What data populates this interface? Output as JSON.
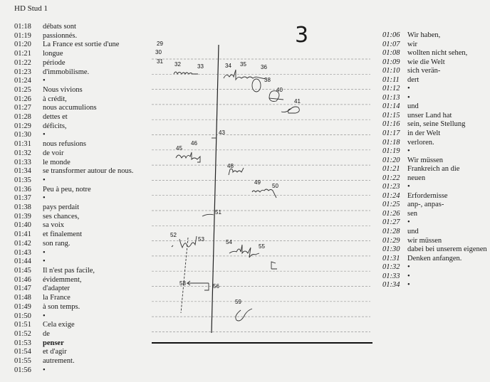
{
  "header": {
    "title": "HD Stud 1",
    "page_number": "3"
  },
  "left_column": [
    {
      "time": "01:18",
      "text": "débats sont"
    },
    {
      "time": "01:19",
      "text": "passionnés."
    },
    {
      "time": "01:20",
      "text": "La France est sortie d'une"
    },
    {
      "time": "01:21",
      "text": "longue"
    },
    {
      "time": "01:22",
      "text": "période"
    },
    {
      "time": "01:23",
      "text": "d'immobilisme."
    },
    {
      "time": "01:24",
      "text": "•"
    },
    {
      "time": "01:25",
      "text": "Nous vivions"
    },
    {
      "time": "01:26",
      "text": "à crédit,"
    },
    {
      "time": "01:27",
      "text": "nous accumulions"
    },
    {
      "time": "01:28",
      "text": "dettes et"
    },
    {
      "time": "01:29",
      "text": "déficits,"
    },
    {
      "time": "01:30",
      "text": "•"
    },
    {
      "time": "01:31",
      "text": "nous refusions"
    },
    {
      "time": "01:32",
      "text": "de voir"
    },
    {
      "time": "01:33",
      "text": "le monde"
    },
    {
      "time": "01:34",
      "text": "se transformer autour de nous."
    },
    {
      "time": "01:35",
      "text": "•"
    },
    {
      "time": "01:36",
      "text": "Peu à peu, notre"
    },
    {
      "time": "01:37",
      "text": "•"
    },
    {
      "time": "01:38",
      "text": "pays perdait"
    },
    {
      "time": "01:39",
      "text": "ses chances,"
    },
    {
      "time": "01:40",
      "text": "sa voix"
    },
    {
      "time": "01:41",
      "text": "et finalement"
    },
    {
      "time": "01:42",
      "text": "son rang."
    },
    {
      "time": "01:43",
      "text": "•"
    },
    {
      "time": "01:44",
      "text": "•"
    },
    {
      "time": "01:45",
      "text": "Il n'est pas facile,"
    },
    {
      "time": "01:46",
      "text": "évidemment,"
    },
    {
      "time": "01:47",
      "text": "d'adapter"
    },
    {
      "time": "01:48",
      "text": "la France"
    },
    {
      "time": "01:49",
      "text": "à son temps."
    },
    {
      "time": "01:50",
      "text": "•"
    },
    {
      "time": "01:51",
      "text": "Cela exige"
    },
    {
      "time": "01:52",
      "text": "de"
    },
    {
      "time": "01:53",
      "text": "penser",
      "bold": true
    },
    {
      "time": "01:54",
      "text": "et d'agir"
    },
    {
      "time": "01:55",
      "text": "autrement."
    },
    {
      "time": "01:56",
      "text": "•"
    }
  ],
  "right_column": [
    {
      "time": "01:06",
      "text": "Wir haben,"
    },
    {
      "time": "01:07",
      "text": "wir"
    },
    {
      "time": "01:08",
      "text": "wollten nicht sehen,"
    },
    {
      "time": "01:09",
      "text": "wie die Welt"
    },
    {
      "time": "01:10",
      "text": "sich verän-"
    },
    {
      "time": "01:11",
      "text": "dert"
    },
    {
      "time": "01:12",
      "text": "•"
    },
    {
      "time": "01:13",
      "text": "•"
    },
    {
      "time": "01:14",
      "text": "und"
    },
    {
      "time": "01:15",
      "text": "unser Land hat"
    },
    {
      "time": "01:16",
      "text": "sein, seine Stellung"
    },
    {
      "time": "01:17",
      "text": "in der Welt"
    },
    {
      "time": "01:18",
      "text": "verloren."
    },
    {
      "time": "01:19",
      "text": "•"
    },
    {
      "time": "01:20",
      "text": "Wir müssen"
    },
    {
      "time": "01:21",
      "text": "Frankreich an die"
    },
    {
      "time": "01:22",
      "text": "neuen"
    },
    {
      "time": "01:23",
      "text": "•"
    },
    {
      "time": "01:24",
      "text": "Erfordernisse"
    },
    {
      "time": "01:25",
      "text": "anp-, anpas-"
    },
    {
      "time": "01:26",
      "text": "sen"
    },
    {
      "time": "01:27",
      "text": "•"
    },
    {
      "time": "01:28",
      "text": "und"
    },
    {
      "time": "01:29",
      "text": "wir müssen"
    },
    {
      "time": "01:30",
      "text": "dabei bei unserem eigenen"
    },
    {
      "time": "01:31",
      "text": "Denken anfangen."
    },
    {
      "time": "01:32",
      "text": "•"
    },
    {
      "time": "01:33",
      "text": "•"
    },
    {
      "time": "01:34",
      "text": "•"
    }
  ],
  "notes": {
    "markers": [
      "29",
      "30",
      "31",
      "32",
      "33",
      "34",
      "35",
      "36",
      "38",
      "40",
      "41",
      "43",
      "45",
      "46",
      "48",
      "49",
      "50",
      "51",
      "52",
      "53",
      "54",
      "55",
      "56",
      "58",
      "59"
    ]
  }
}
